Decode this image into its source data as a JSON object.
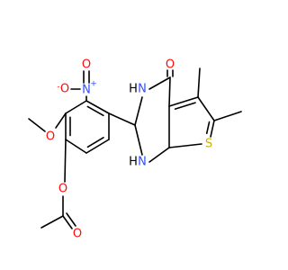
{
  "atom_colors": {
    "O": "#ff0d0d",
    "N": "#3050f8",
    "S": "#c8b400",
    "C": "#000000",
    "H": "#000000"
  },
  "atoms": {
    "o_carbonyl": "O",
    "nh_top": "N",
    "nh_top_h": "H",
    "nh_bottom": "N",
    "nh_bottom_h": "H",
    "s_thiophene": "S",
    "n_nitro": "N",
    "n_nitro_plus": "+",
    "o_nitro_minus": "O",
    "o_nitro_minus_sign": "-",
    "o_nitro": "O",
    "o_methoxy": "O",
    "o_ester": "O",
    "o_ester_carbonyl": "O"
  }
}
